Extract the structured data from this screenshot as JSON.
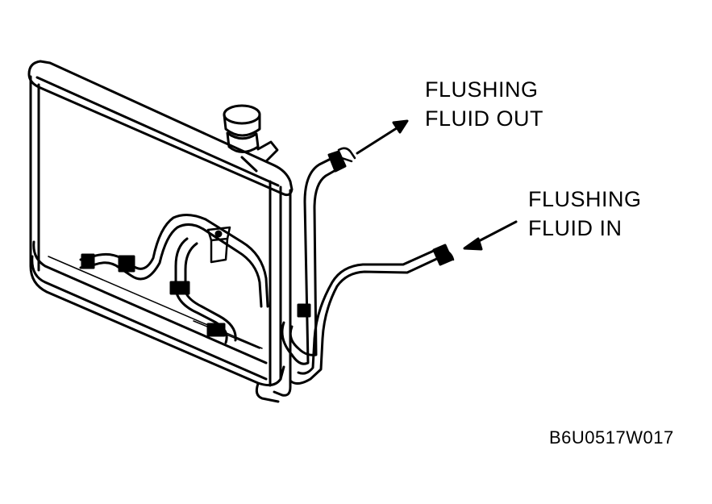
{
  "labels": {
    "out_line1": "FLUSHING",
    "out_line2": "FLUID OUT",
    "in_line1": "FLUSHING",
    "in_line2": "FLUID IN"
  },
  "figure_code": "B6U0517W017",
  "colors": {
    "ink": "#000000",
    "paper": "#ffffff"
  }
}
